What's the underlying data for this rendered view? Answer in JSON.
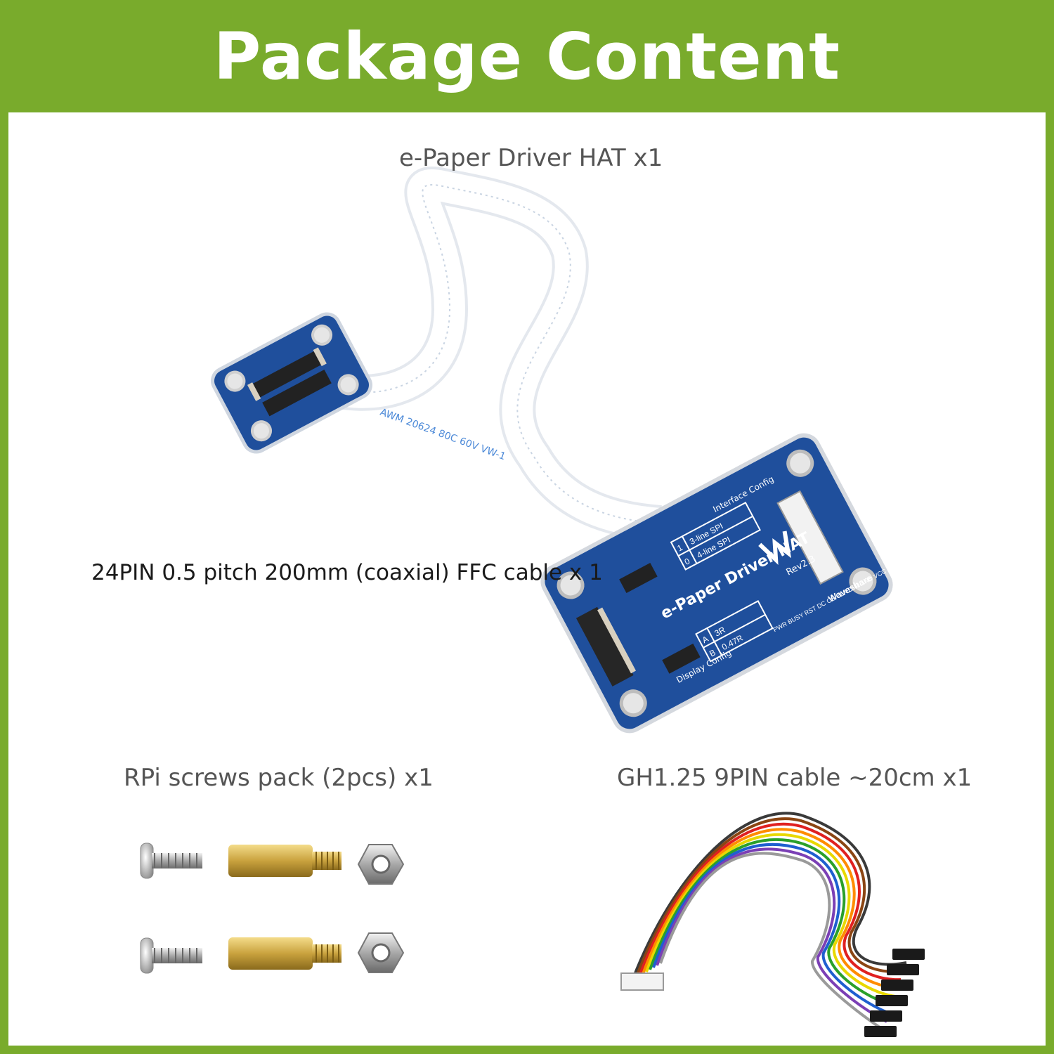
{
  "header": {
    "title": "Package Content",
    "background": "#79ab2c"
  },
  "items": [
    {
      "label": "e-Paper Driver HAT x1"
    },
    {
      "label": "24PIN 0.5 pitch 200mm (coaxial) FFC cable x 1"
    },
    {
      "label": "RPi screws pack (2pcs) x1"
    },
    {
      "label": "GH1.25 9PIN cable ~20cm x1"
    }
  ],
  "board": {
    "silkscreen": {
      "name": "e-Paper Driver HAT",
      "rev": "Rev2.3",
      "brand": "Waveshare",
      "interface_config": "Interface Config",
      "display_config": "Display Config",
      "spi_3": "3-line SPI",
      "spi_4": "4-line SPI",
      "opt_1": "1",
      "opt_0": "0",
      "res_3r": "3R",
      "res_047r": "0.47R",
      "opt_a": "A",
      "opt_b": "B",
      "pins": "PWR BUSY RST DC CS CLK DIN GND VCC"
    },
    "cable_print": "AWM 20624 80C 60V VW-1",
    "pcb_color": "#1f4f9c"
  }
}
